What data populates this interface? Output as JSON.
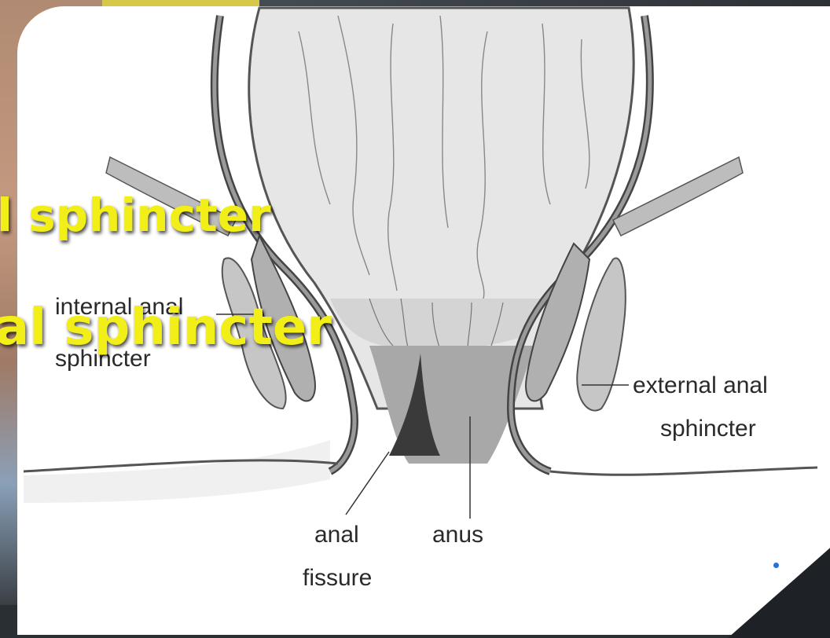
{
  "overlay": {
    "line1": "l sphincter",
    "line2": "al sphincter"
  },
  "labels": {
    "internal_left_line1": "internal anal",
    "internal_left_line2": "sphincter",
    "external_right_line1": "external anal",
    "external_right_line2": "sphincter",
    "anal_fissure_line1": "anal",
    "anal_fissure_line2": "fissure",
    "anus": "anus"
  },
  "colors": {
    "overlay_text": "#f2ee18",
    "bullet_dot": "#2a6fd8",
    "tissue_light": "#e4e4e4",
    "tissue_mid": "#b8b8b8",
    "tissue_dark": "#6a6a6a"
  }
}
